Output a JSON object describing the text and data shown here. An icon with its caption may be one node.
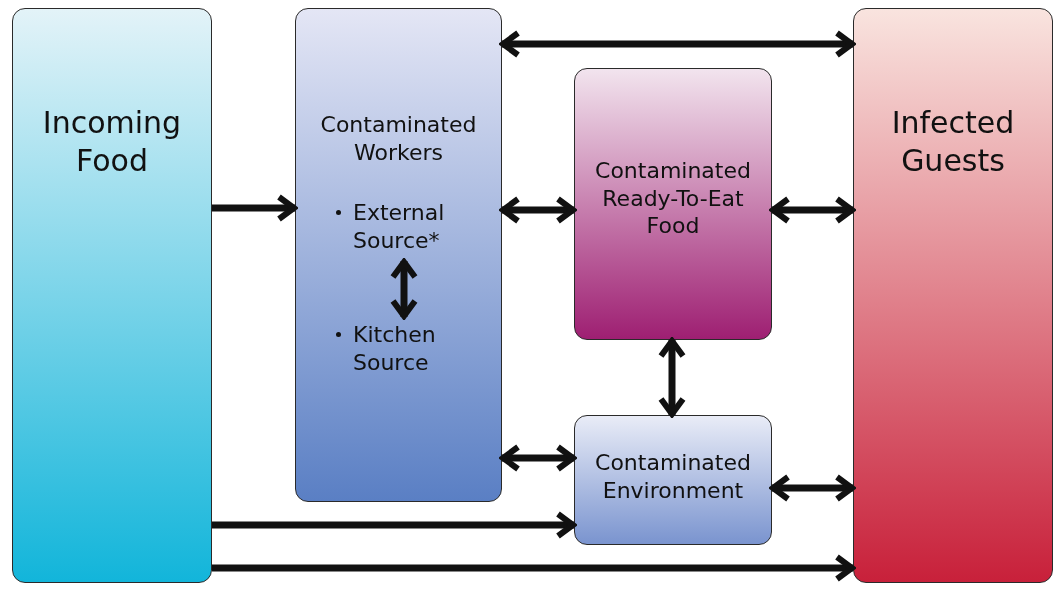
{
  "diagram": {
    "nodes": [
      {
        "text": [
          "Incoming Food"
        ]
      },
      {
        "text": [
          "Contaminated Workers"
        ]
      },
      {
        "text": [
          "External Source*"
        ],
        "in": 1
      },
      {
        "text": [
          "Kitchen Source"
        ],
        "in": 1
      },
      {
        "text": [
          "Contaminated Ready-To-Eat Food"
        ]
      },
      {
        "text": [
          "Contaminated Environment"
        ]
      },
      {
        "text": [
          "Infected Guests"
        ]
      }
    ],
    "edges": [
      {
        "from": 0,
        "to": 1,
        "arrow": "to"
      },
      {
        "from": 1,
        "to": 6,
        "arrow": "both"
      },
      {
        "from": 1,
        "to": 4,
        "arrow": "both"
      },
      {
        "from": 4,
        "to": 6,
        "arrow": "both"
      },
      {
        "from": 2,
        "to": 3,
        "arrow": "both"
      },
      {
        "from": 4,
        "to": 5,
        "arrow": "both"
      },
      {
        "from": 1,
        "to": 5,
        "arrow": "both"
      },
      {
        "from": 5,
        "to": 6,
        "arrow": "both"
      },
      {
        "from": 0,
        "to": 5,
        "arrow": "to"
      },
      {
        "from": 0,
        "to": 6,
        "arrow": "to"
      }
    ]
  }
}
